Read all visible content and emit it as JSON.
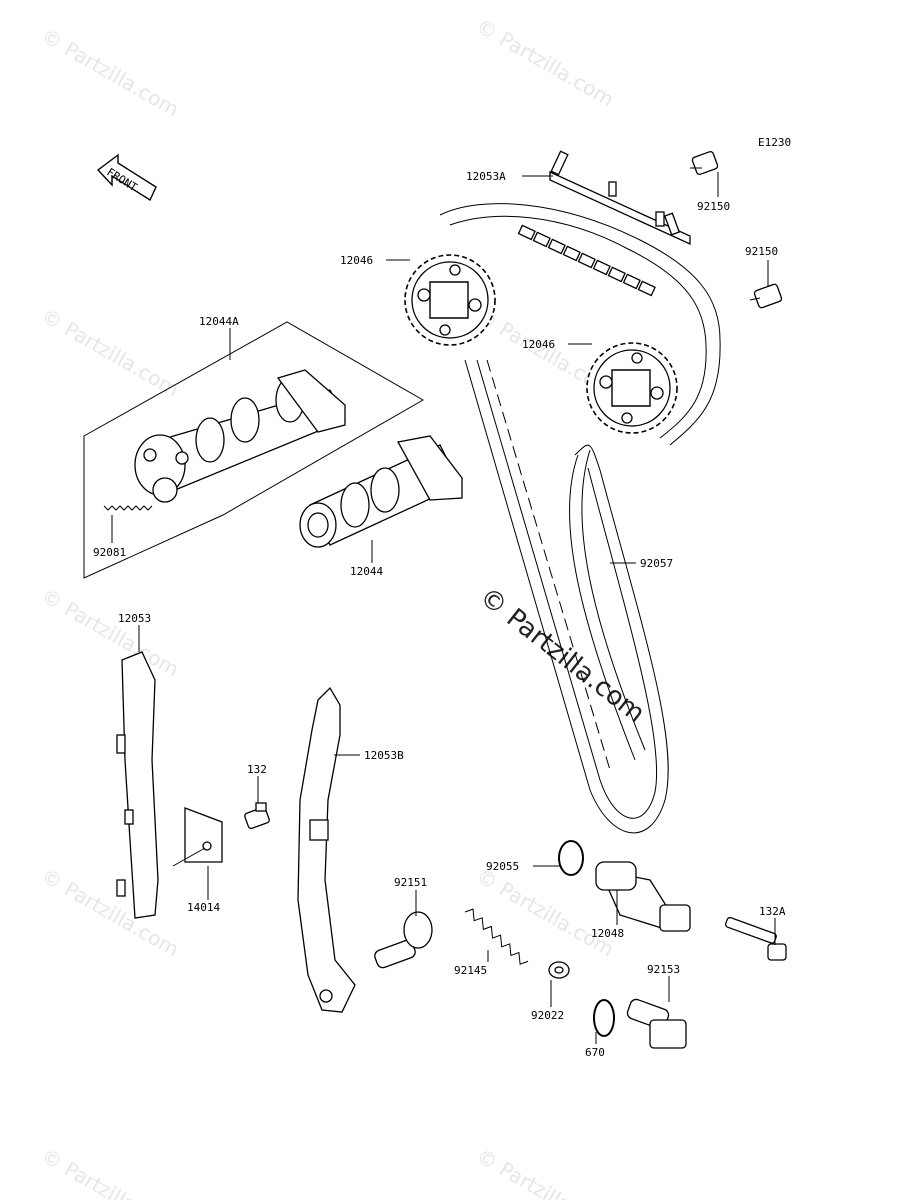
{
  "diagram": {
    "code": "E1230",
    "front_label": "FRONT",
    "watermark": "© Partzilla.com",
    "parts": [
      {
        "id": "12053A",
        "label": "12053A"
      },
      {
        "id": "92150a",
        "label": "92150"
      },
      {
        "id": "92150b",
        "label": "92150"
      },
      {
        "id": "12046a",
        "label": "12046"
      },
      {
        "id": "12046b",
        "label": "12046"
      },
      {
        "id": "12044A",
        "label": "12044A"
      },
      {
        "id": "92081",
        "label": "92081"
      },
      {
        "id": "12044",
        "label": "12044"
      },
      {
        "id": "92057",
        "label": "92057"
      },
      {
        "id": "12053",
        "label": "12053"
      },
      {
        "id": "12053B",
        "label": "12053B"
      },
      {
        "id": "132",
        "label": "132"
      },
      {
        "id": "14014",
        "label": "14014"
      },
      {
        "id": "92055",
        "label": "92055"
      },
      {
        "id": "12048",
        "label": "12048"
      },
      {
        "id": "132A",
        "label": "132A"
      },
      {
        "id": "92151",
        "label": "92151"
      },
      {
        "id": "92145",
        "label": "92145"
      },
      {
        "id": "92022",
        "label": "92022"
      },
      {
        "id": "92153",
        "label": "92153"
      },
      {
        "id": "670",
        "label": "670"
      }
    ]
  }
}
